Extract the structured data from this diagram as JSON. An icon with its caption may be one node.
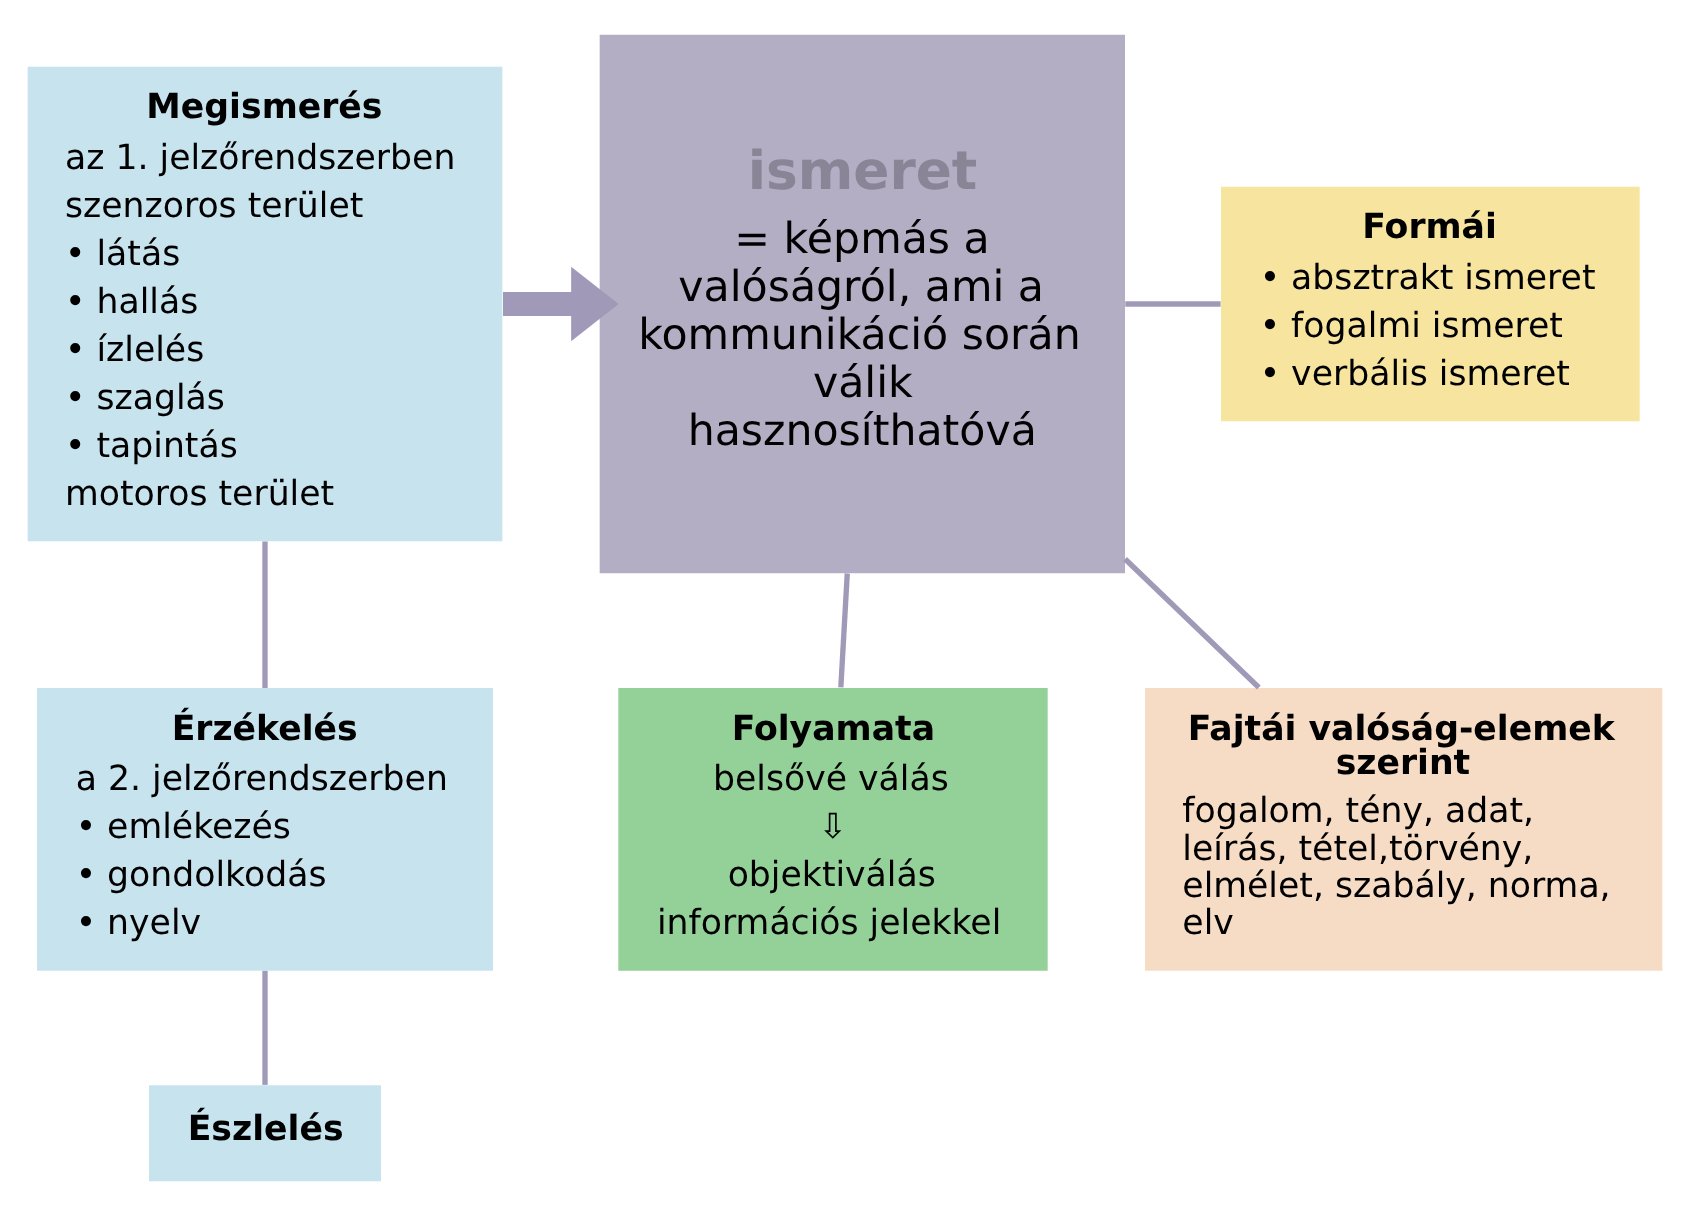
{
  "diagram": {
    "nodes": [
      {
        "text": [
          "Megismerés",
          "az 1. jelzőrendszerben",
          "szenzoros terület",
          "• látás",
          "• hallás",
          "• ízlelés",
          "• szaglás",
          "• tapintás",
          "motoros terület"
        ]
      },
      {
        "text": [
          "ismeret",
          "= képmás a valóságról, ami a kommunikáció során válik hasznosíthatóvá"
        ]
      },
      {
        "text": [
          "Formái",
          "• absztrakt ismeret",
          "• fogalmi ismeret",
          "• verbális ismeret"
        ]
      },
      {
        "text": [
          "Érzékelés",
          "a 2. jelzőrendszerben",
          "• emlékezés",
          "• gondolkodás",
          "• nyelv"
        ]
      },
      {
        "text": [
          "Folyamata",
          "belsővé válás",
          "⇩",
          "objektiválás",
          "információs jelekkel"
        ]
      },
      {
        "text": [
          "Fajtái valóság-elemek szerint",
          "fogalom, tény, adat, leírás, tétel,törvény, elmélet, szabály, norma, elv"
        ]
      },
      {
        "text": [
          "Észlelés"
        ]
      }
    ],
    "edges": [
      {
        "from": 0,
        "to": 1,
        "arrow": "to",
        "style": "thick"
      },
      {
        "from": 1,
        "to": 2,
        "arrow": "none"
      },
      {
        "from": 0,
        "to": 3,
        "arrow": "none"
      },
      {
        "from": 1,
        "to": 4,
        "arrow": "none"
      },
      {
        "from": 1,
        "to": 5,
        "arrow": "none"
      },
      {
        "from": 3,
        "to": 6,
        "arrow": "none"
      }
    ]
  }
}
